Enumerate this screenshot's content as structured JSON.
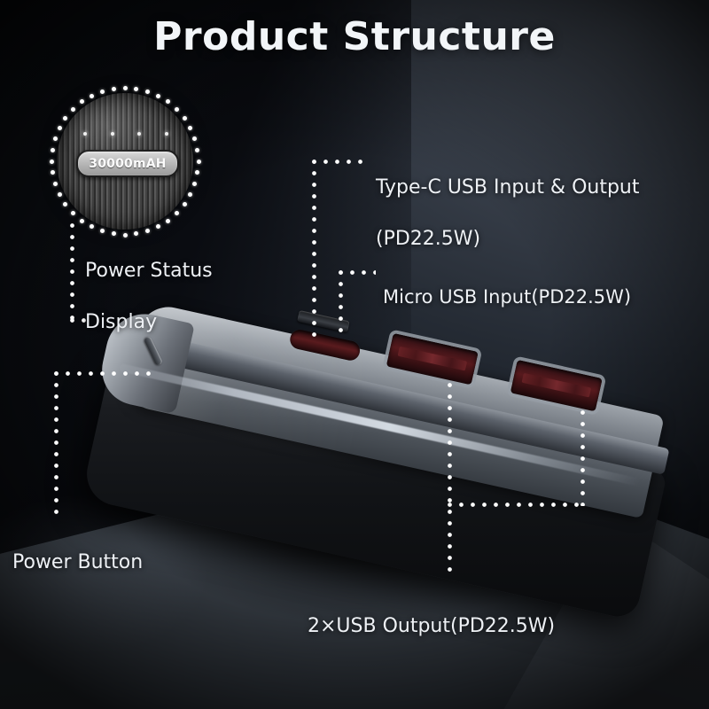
{
  "header": {
    "title": "Product Structure"
  },
  "magnifier": {
    "name": "power-status-display-closeup",
    "capacity_badge": "30000mAH",
    "led_count": 4
  },
  "callouts": [
    {
      "id": "power-status-display",
      "label_line1": "Power Status",
      "label_line2": "Display"
    },
    {
      "id": "type-c-port",
      "label_line1": "Type-C USB Input & Output",
      "label_line2": "(PD22.5W)"
    },
    {
      "id": "micro-usb-port",
      "label_line1": "Micro USB Input(PD22.5W)",
      "label_line2": ""
    },
    {
      "id": "power-button",
      "label_line1": "Power Button",
      "label_line2": ""
    },
    {
      "id": "usb-output-ports",
      "label_line1": "2×USB Output(PD22.5W)",
      "label_line2": ""
    }
  ],
  "device": {
    "name": "power-bank",
    "ports": [
      {
        "id": "micro-usb",
        "label": "Micro USB"
      },
      {
        "id": "type-c",
        "label": "Type-C"
      },
      {
        "id": "usb-a-1",
        "label": "USB-A"
      },
      {
        "id": "usb-a-2",
        "label": "USB-A"
      }
    ],
    "power_button": "Power Button"
  },
  "colors": {
    "background_dark": "#0b0e13",
    "background_light": "#4b535f",
    "text": "#eef1f5",
    "leader_line": "#ffffff",
    "port_interior": "#57191d",
    "metal": "#9ba1a8"
  }
}
